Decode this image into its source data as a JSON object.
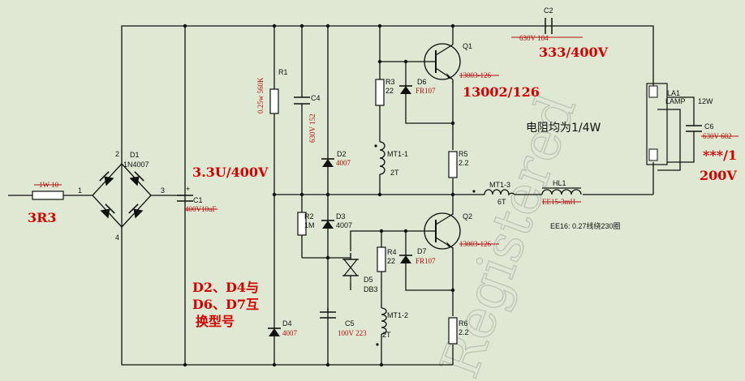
{
  "components": {
    "C2": {
      "ref": "C2",
      "value": "630V 104"
    },
    "Q1": {
      "ref": "Q1",
      "value": "13003-126"
    },
    "Q2": {
      "ref": "Q2",
      "value": "13003-126"
    },
    "R1": {
      "ref": "R1",
      "value": "0.25w 560K"
    },
    "C4": {
      "ref": "C4",
      "value": "630V 152"
    },
    "R3": {
      "ref": "R3",
      "value": "22"
    },
    "D6": {
      "ref": "D6",
      "value": "FR107"
    },
    "D1": {
      "ref": "D1",
      "value": "1N4007"
    },
    "C1": {
      "ref": "C1",
      "value": "400V10uF"
    },
    "D2": {
      "ref": "D2",
      "value": "4007"
    },
    "MT1_1": {
      "ref": "MT1-1",
      "value": "2T"
    },
    "R5": {
      "ref": "R5",
      "value": "2.2"
    },
    "MT1_3": {
      "ref": "MT1-3",
      "value": "6T"
    },
    "HL1": {
      "ref": "HL1",
      "value": "EE15-3mH"
    },
    "LA1": {
      "ref": "LA1",
      "value": "LAMP",
      "power": "12W"
    },
    "C6": {
      "ref": "C6",
      "value": "630V 682"
    },
    "R_in": {
      "value": "1W 10"
    },
    "R2": {
      "ref": "R2",
      "value": "1M"
    },
    "D3": {
      "ref": "D3",
      "value": "4007"
    },
    "R4": {
      "ref": "R4",
      "value": "22"
    },
    "D7": {
      "ref": "D7",
      "value": "FR107"
    },
    "D5": {
      "ref": "D5",
      "value": "DB3"
    },
    "C5": {
      "ref": "C5",
      "value": "100V 223"
    },
    "MT1_2": {
      "ref": "MT1-2",
      "value": "2T"
    },
    "R6": {
      "ref": "R6",
      "value": "2.2"
    },
    "D4": {
      "ref": "D4",
      "value": "4007"
    }
  },
  "pins": {
    "p1": "1",
    "p2": "2",
    "p3": "3",
    "p4": "4",
    "plus": "+"
  },
  "annotations": {
    "c2_replace": "333/400V",
    "q_replace": "13002/126",
    "resistor_note": "电阻均为1/4W",
    "c6_replace_a": "***/1",
    "c6_replace_b": "200V",
    "c1_replace": "3.3U/400V",
    "rin_replace": "3R3",
    "diode_note_1": "D2、D4与",
    "diode_note_2": "D6、D7互",
    "diode_note_3": "换型号",
    "inductor_note": "EE16: 0.27线绕230圈"
  },
  "watermark": "Registered",
  "colors": {
    "background": "#dfe8d2",
    "wire": "#111111",
    "note": "#d40000"
  }
}
